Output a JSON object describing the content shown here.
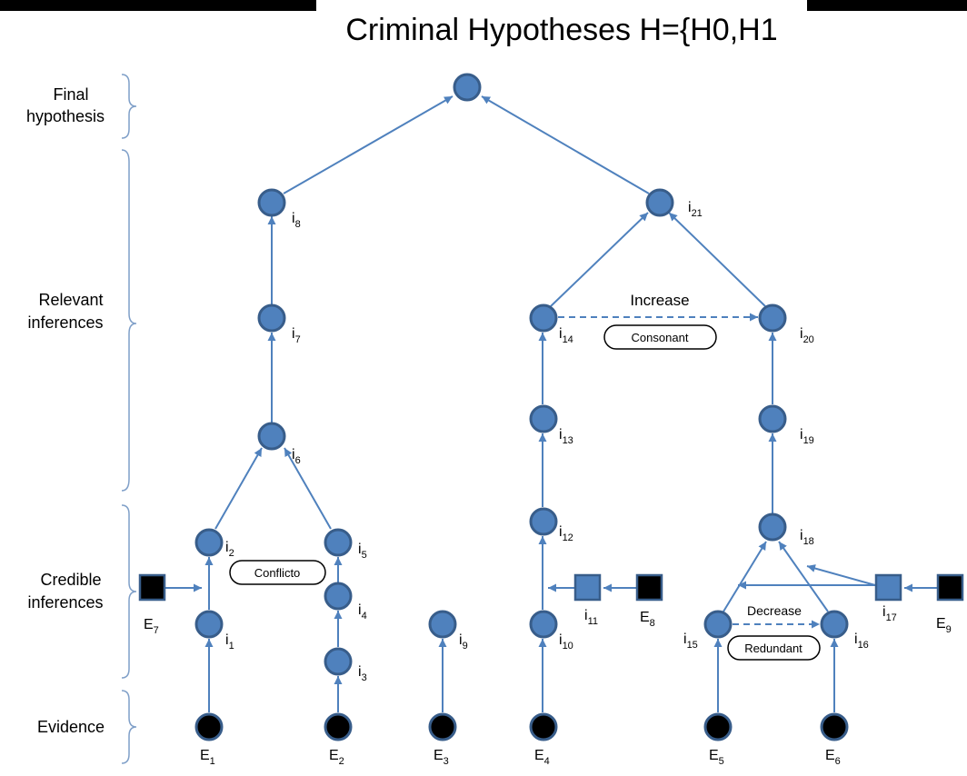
{
  "title": "Criminal Hypotheses H={H0,H1",
  "levels": {
    "final_line1": "Final",
    "final_line2": "hypothesis",
    "relevant_line1": "Relevant",
    "relevant_line2": "inferences",
    "credible_line1": "Credible",
    "credible_line2": "inferences",
    "evidence": "Evidence"
  },
  "node_labels": {
    "i1": {
      "base": "i",
      "sub": "1"
    },
    "i2": {
      "base": "i",
      "sub": "2"
    },
    "i3": {
      "base": "i",
      "sub": "3"
    },
    "i4": {
      "base": "i",
      "sub": "4"
    },
    "i5": {
      "base": "i",
      "sub": "5"
    },
    "i6": {
      "base": "i",
      "sub": "6"
    },
    "i7": {
      "base": "i",
      "sub": "7"
    },
    "i8": {
      "base": "i",
      "sub": "8"
    },
    "i9": {
      "base": "i",
      "sub": "9"
    },
    "i10": {
      "base": "i",
      "sub": "10"
    },
    "i11": {
      "base": "i",
      "sub": "11"
    },
    "i12": {
      "base": "i",
      "sub": "12"
    },
    "i13": {
      "base": "i",
      "sub": "13"
    },
    "i14": {
      "base": "i",
      "sub": "14"
    },
    "i15": {
      "base": "i",
      "sub": "15"
    },
    "i16": {
      "base": "i",
      "sub": "16"
    },
    "i17": {
      "base": "i",
      "sub": "17"
    },
    "i18": {
      "base": "i",
      "sub": "18"
    },
    "i19": {
      "base": "i",
      "sub": "19"
    },
    "i20": {
      "base": "i",
      "sub": "20"
    },
    "i21": {
      "base": "i",
      "sub": "21"
    },
    "E1": {
      "base": "E",
      "sub": "1"
    },
    "E2": {
      "base": "E",
      "sub": "2"
    },
    "E3": {
      "base": "E",
      "sub": "3"
    },
    "E4": {
      "base": "E",
      "sub": "4"
    },
    "E5": {
      "base": "E",
      "sub": "5"
    },
    "E6": {
      "base": "E",
      "sub": "6"
    },
    "E7": {
      "base": "E",
      "sub": "7"
    },
    "E8": {
      "base": "E",
      "sub": "8"
    },
    "E9": {
      "base": "E",
      "sub": "9"
    }
  },
  "relations": {
    "increase": "Increase",
    "consonant": "Consonant",
    "conflicto": "Conflicto",
    "decrease": "Decrease",
    "redundant": "Redundant"
  },
  "colors": {
    "node_fill": "#4f81bd",
    "node_stroke": "#385d8a",
    "evidence_fill": "#000000"
  }
}
